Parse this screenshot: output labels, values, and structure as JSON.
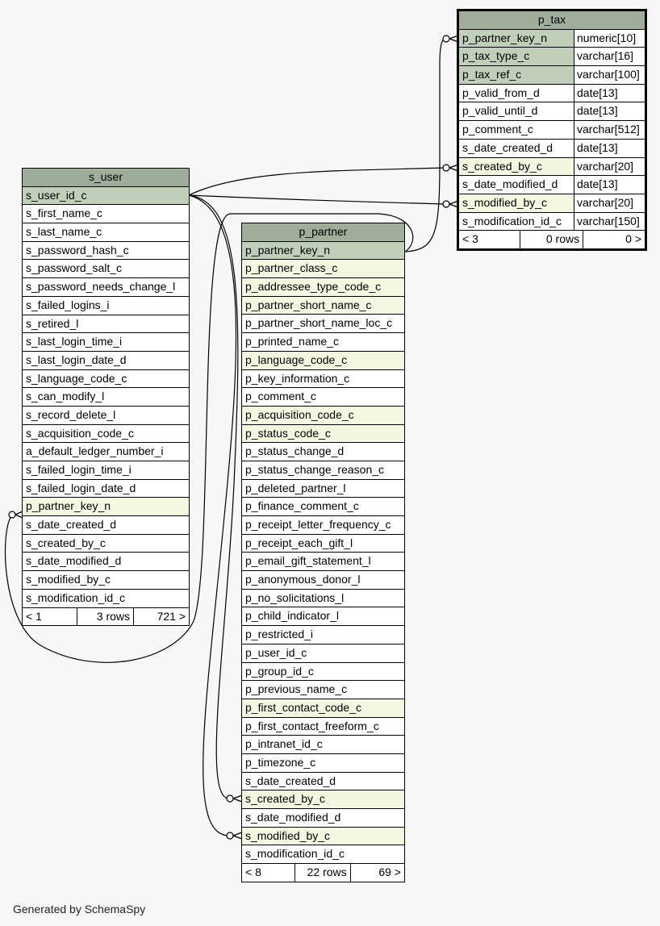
{
  "tables": {
    "s_user": {
      "title": "s_user",
      "columns": [
        {
          "name": "s_user_id_c",
          "kind": "pk"
        },
        {
          "name": "s_first_name_c",
          "kind": ""
        },
        {
          "name": "s_last_name_c",
          "kind": ""
        },
        {
          "name": "s_password_hash_c",
          "kind": ""
        },
        {
          "name": "s_password_salt_c",
          "kind": ""
        },
        {
          "name": "s_password_needs_change_l",
          "kind": ""
        },
        {
          "name": "s_failed_logins_i",
          "kind": ""
        },
        {
          "name": "s_retired_l",
          "kind": ""
        },
        {
          "name": "s_last_login_time_i",
          "kind": ""
        },
        {
          "name": "s_last_login_date_d",
          "kind": ""
        },
        {
          "name": "s_language_code_c",
          "kind": ""
        },
        {
          "name": "s_can_modify_l",
          "kind": ""
        },
        {
          "name": "s_record_delete_l",
          "kind": ""
        },
        {
          "name": "s_acquisition_code_c",
          "kind": ""
        },
        {
          "name": "a_default_ledger_number_i",
          "kind": ""
        },
        {
          "name": "s_failed_login_time_i",
          "kind": ""
        },
        {
          "name": "s_failed_login_date_d",
          "kind": ""
        },
        {
          "name": "p_partner_key_n",
          "kind": "fk"
        },
        {
          "name": "s_date_created_d",
          "kind": ""
        },
        {
          "name": "s_created_by_c",
          "kind": ""
        },
        {
          "name": "s_date_modified_d",
          "kind": ""
        },
        {
          "name": "s_modified_by_c",
          "kind": ""
        },
        {
          "name": "s_modification_id_c",
          "kind": ""
        }
      ],
      "footer": {
        "parents": "< 1",
        "rows": "3 rows",
        "children": "721 >"
      }
    },
    "p_partner": {
      "title": "p_partner",
      "columns": [
        {
          "name": "p_partner_key_n",
          "kind": "pk"
        },
        {
          "name": "p_partner_class_c",
          "kind": "fk"
        },
        {
          "name": "p_addressee_type_code_c",
          "kind": "fk"
        },
        {
          "name": "p_partner_short_name_c",
          "kind": "fk"
        },
        {
          "name": "p_partner_short_name_loc_c",
          "kind": ""
        },
        {
          "name": "p_printed_name_c",
          "kind": ""
        },
        {
          "name": "p_language_code_c",
          "kind": "fk"
        },
        {
          "name": "p_key_information_c",
          "kind": ""
        },
        {
          "name": "p_comment_c",
          "kind": ""
        },
        {
          "name": "p_acquisition_code_c",
          "kind": "fk"
        },
        {
          "name": "p_status_code_c",
          "kind": "fk"
        },
        {
          "name": "p_status_change_d",
          "kind": ""
        },
        {
          "name": "p_status_change_reason_c",
          "kind": ""
        },
        {
          "name": "p_deleted_partner_l",
          "kind": ""
        },
        {
          "name": "p_finance_comment_c",
          "kind": ""
        },
        {
          "name": "p_receipt_letter_frequency_c",
          "kind": ""
        },
        {
          "name": "p_receipt_each_gift_l",
          "kind": ""
        },
        {
          "name": "p_email_gift_statement_l",
          "kind": ""
        },
        {
          "name": "p_anonymous_donor_l",
          "kind": ""
        },
        {
          "name": "p_no_solicitations_l",
          "kind": ""
        },
        {
          "name": "p_child_indicator_l",
          "kind": ""
        },
        {
          "name": "p_restricted_i",
          "kind": ""
        },
        {
          "name": "p_user_id_c",
          "kind": ""
        },
        {
          "name": "p_group_id_c",
          "kind": ""
        },
        {
          "name": "p_previous_name_c",
          "kind": ""
        },
        {
          "name": "p_first_contact_code_c",
          "kind": "fk"
        },
        {
          "name": "p_first_contact_freeform_c",
          "kind": ""
        },
        {
          "name": "p_intranet_id_c",
          "kind": ""
        },
        {
          "name": "p_timezone_c",
          "kind": ""
        },
        {
          "name": "s_date_created_d",
          "kind": ""
        },
        {
          "name": "s_created_by_c",
          "kind": "fk"
        },
        {
          "name": "s_date_modified_d",
          "kind": ""
        },
        {
          "name": "s_modified_by_c",
          "kind": "fk"
        },
        {
          "name": "s_modification_id_c",
          "kind": ""
        }
      ],
      "footer": {
        "parents": "< 8",
        "rows": "22 rows",
        "children": "69 >"
      }
    },
    "p_tax": {
      "title": "p_tax",
      "columns": [
        {
          "name": "p_partner_key_n",
          "type": "numeric[10]",
          "kind": "pk"
        },
        {
          "name": "p_tax_type_c",
          "type": "varchar[16]",
          "kind": "pk"
        },
        {
          "name": "p_tax_ref_c",
          "type": "varchar[100]",
          "kind": "pk"
        },
        {
          "name": "p_valid_from_d",
          "type": "date[13]",
          "kind": ""
        },
        {
          "name": "p_valid_until_d",
          "type": "date[13]",
          "kind": ""
        },
        {
          "name": "p_comment_c",
          "type": "varchar[512]",
          "kind": ""
        },
        {
          "name": "s_date_created_d",
          "type": "date[13]",
          "kind": ""
        },
        {
          "name": "s_created_by_c",
          "type": "varchar[20]",
          "kind": "fk"
        },
        {
          "name": "s_date_modified_d",
          "type": "date[13]",
          "kind": ""
        },
        {
          "name": "s_modified_by_c",
          "type": "varchar[20]",
          "kind": "fk"
        },
        {
          "name": "s_modification_id_c",
          "type": "varchar[150]",
          "kind": ""
        }
      ],
      "footer": {
        "parents": "< 3",
        "rows": "0 rows",
        "children": "0 >"
      }
    }
  },
  "footer_note": "Generated by SchemaSpy",
  "colors": {
    "header": "#9fae9a",
    "primary_key": "#bfcfb9",
    "foreign_key": "#f4f8e0",
    "background": "#f7f7f7"
  }
}
